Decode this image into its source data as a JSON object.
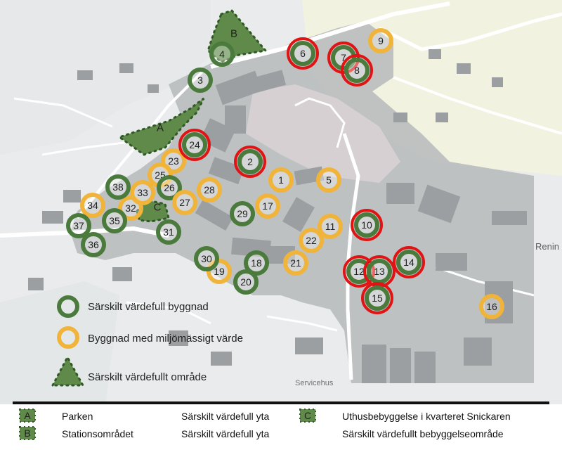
{
  "zones": [
    {
      "code": "A",
      "name": "Parken",
      "type": "Särskilt värdefull yta"
    },
    {
      "code": "B",
      "name": "Stationsområdet",
      "type": "Särskilt värdefull yta"
    },
    {
      "code": "C",
      "name": "Uthusbebyggelse i kvarteret Snickaren",
      "type": "Särskilt värdefullt bebyggelseområde"
    }
  ],
  "legend": {
    "green": "Särskilt värdefull byggnad",
    "yellow": "Byggnad med miljömässigt värde",
    "area": "Särskilt värdefullt område"
  },
  "map_labels": {
    "servicehus": "Servicehus",
    "renin": "Renin"
  },
  "markers": [
    {
      "n": "1",
      "cat": "yellow",
      "hl": false
    },
    {
      "n": "2",
      "cat": "green",
      "hl": true
    },
    {
      "n": "3",
      "cat": "green",
      "hl": false
    },
    {
      "n": "4",
      "cat": "green",
      "hl": false
    },
    {
      "n": "5",
      "cat": "yellow",
      "hl": false
    },
    {
      "n": "6",
      "cat": "green",
      "hl": true
    },
    {
      "n": "7",
      "cat": "green",
      "hl": true
    },
    {
      "n": "8",
      "cat": "green",
      "hl": true
    },
    {
      "n": "9",
      "cat": "yellow",
      "hl": false
    },
    {
      "n": "10",
      "cat": "green",
      "hl": true
    },
    {
      "n": "11",
      "cat": "yellow",
      "hl": false
    },
    {
      "n": "12",
      "cat": "green",
      "hl": true
    },
    {
      "n": "13",
      "cat": "green",
      "hl": true
    },
    {
      "n": "14",
      "cat": "green",
      "hl": true
    },
    {
      "n": "15",
      "cat": "green",
      "hl": true
    },
    {
      "n": "16",
      "cat": "yellow",
      "hl": false
    },
    {
      "n": "17",
      "cat": "yellow",
      "hl": false
    },
    {
      "n": "18",
      "cat": "green",
      "hl": false
    },
    {
      "n": "19",
      "cat": "yellow",
      "hl": false
    },
    {
      "n": "20",
      "cat": "green",
      "hl": false
    },
    {
      "n": "21",
      "cat": "yellow",
      "hl": false
    },
    {
      "n": "22",
      "cat": "yellow",
      "hl": false
    },
    {
      "n": "23",
      "cat": "yellow",
      "hl": false
    },
    {
      "n": "24",
      "cat": "green",
      "hl": true
    },
    {
      "n": "25",
      "cat": "yellow",
      "hl": false
    },
    {
      "n": "26",
      "cat": "green",
      "hl": false
    },
    {
      "n": "27",
      "cat": "yellow",
      "hl": false
    },
    {
      "n": "28",
      "cat": "yellow",
      "hl": false
    },
    {
      "n": "29",
      "cat": "green",
      "hl": false
    },
    {
      "n": "30",
      "cat": "green",
      "hl": false
    },
    {
      "n": "31",
      "cat": "green",
      "hl": false
    },
    {
      "n": "32",
      "cat": "yellow",
      "hl": false
    },
    {
      "n": "33",
      "cat": "yellow",
      "hl": false
    },
    {
      "n": "34",
      "cat": "yellow",
      "hl": false
    },
    {
      "n": "35",
      "cat": "green",
      "hl": false
    },
    {
      "n": "36",
      "cat": "green",
      "hl": false
    },
    {
      "n": "37",
      "cat": "green",
      "hl": false
    },
    {
      "n": "38",
      "cat": "green",
      "hl": false
    }
  ],
  "colors": {
    "green": "#4a7a3c",
    "yellow": "#f0b43a",
    "highlight": "#e01414",
    "zone_fill": "#5f8a4a"
  }
}
